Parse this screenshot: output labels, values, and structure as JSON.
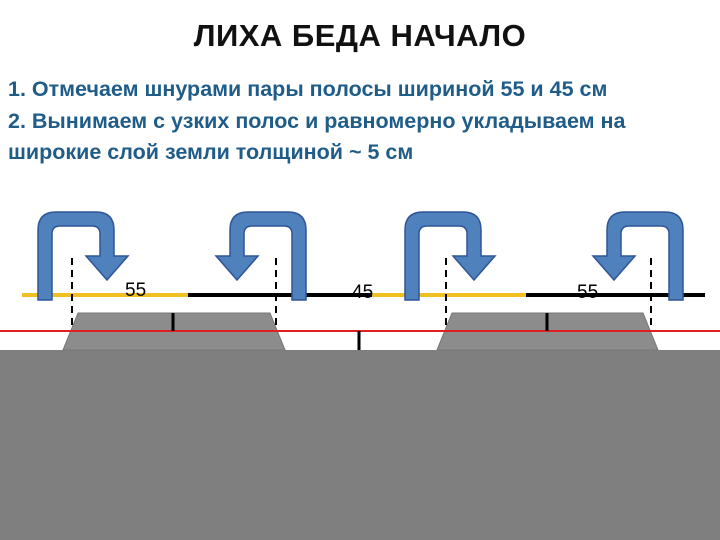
{
  "title": "ЛИХА БЕДА НАЧАЛО",
  "steps": [
    "1. Отмечаем шнурами пары полосы шириной  55 и 45 см",
    "2. Вынимаем с узких полос и равномерно укладываем на широкие слой земли толщиной ~ 5 см"
  ],
  "diagram": {
    "strip_labels": [
      "55",
      "45",
      "55"
    ],
    "colors": {
      "text": "#1f5c88",
      "arrow_fill": "#4f81bd",
      "arrow_stroke": "#2f5597",
      "cord_narrow": "#f0c020",
      "cord_wide": "#000000",
      "soil": "#7f7f7f",
      "bed": "#8c8c8c",
      "ground_line": "#e02020"
    },
    "arrows": [
      "narrow-to-wide-arrow",
      "narrow-to-wide-arrow",
      "narrow-to-wide-arrow",
      "narrow-to-wide-arrow"
    ]
  }
}
